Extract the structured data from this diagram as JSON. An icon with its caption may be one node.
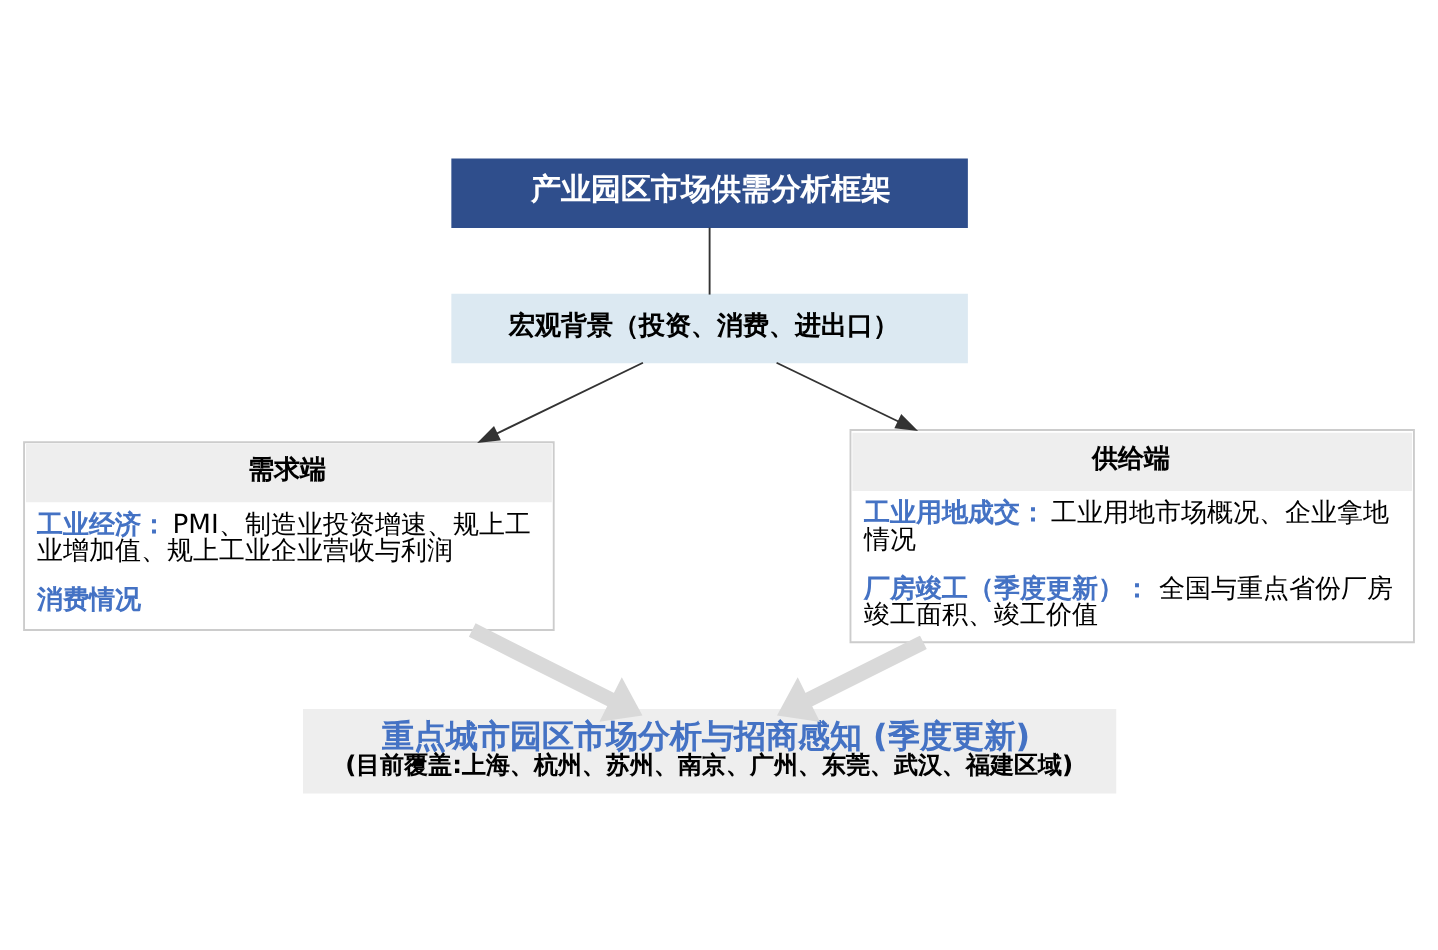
{
  "diagram": {
    "nodes": [
      {
        "text": [
          "产业园区市场供需分析框架"
        ]
      },
      {
        "text": [
          "宏观背景（投资、消费、进出口）"
        ]
      },
      {
        "text": [
          "需求端",
          "**工业经济：**PMI、制造业投资增速、规上工业增加值、规上工业企业营收与利润",
          "**消费情况**"
        ]
      },
      {
        "text": [
          "供给端",
          "**工业用地成交：**工业用地市场概况、企业拿地情况",
          "**厂房竣工（季度更新）：**全国与重点省份厂房竣工面积、竣工价值"
        ]
      },
      {
        "text": [
          "重点城市园区市场分析与招商感知 (季度更新)",
          "(目前覆盖:上海、杭州、苏州、南京、广州、东莞、武汉、福建区域)"
        ]
      }
    ],
    "edges": [
      {
        "from": 0,
        "to": 1,
        "arrow": "none"
      },
      {
        "from": 1,
        "to": 2,
        "arrow": "to"
      },
      {
        "from": 1,
        "to": 3,
        "arrow": "to"
      },
      {
        "from": 2,
        "to": 4,
        "arrow": "to",
        "style": "thick",
        "color": "#d9d9d9"
      },
      {
        "from": 3,
        "to": 4,
        "arrow": "to",
        "style": "thick",
        "color": "#d9d9d9"
      }
    ]
  }
}
